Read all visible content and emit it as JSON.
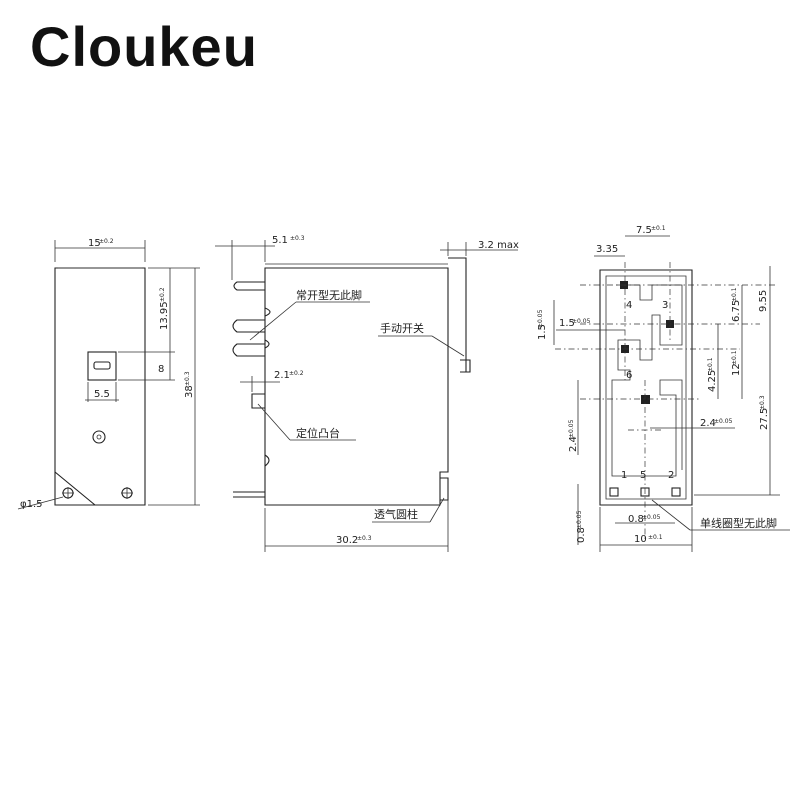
{
  "brand": "Cloukeu",
  "front_view": {
    "width": "15",
    "width_tol": "±0.2",
    "upper": "13.95",
    "upper_tol": "±0.2",
    "window_h": "8",
    "window_w": "5.5",
    "height": "38",
    "height_tol": "±0.3",
    "hole": "φ1.5"
  },
  "side_view": {
    "top_dim": "5.1",
    "top_tol": "±0.3",
    "lever_max": "3.2 max",
    "label_no_contact": "常开型无此脚",
    "label_manual_switch": "手动开关",
    "pin_dim": "2.1",
    "pin_tol": "±0.2",
    "label_locating_boss": "定位凸台",
    "label_vent_column": "透气圆柱",
    "length": "30.2",
    "length_tol": "±0.3"
  },
  "bottom_view": {
    "pitch_top": "7.5",
    "pitch_top_tol": "±0.1",
    "offset": "3.35",
    "pin_size": "1.5",
    "pin_size_tol": "±0.05",
    "pin_size2": "1.5",
    "pin_size2_tol": "±0.05",
    "d_675": "6.75",
    "d_675_tol": "±0.1",
    "d_955": "9.55",
    "d_425": "4.25",
    "d_425_tol": "±0.1",
    "d_12": "12",
    "d_12_tol": "±0.1",
    "d_275": "27.5",
    "d_275_tol": "±0.3",
    "d_24a": "2.4",
    "d_24a_tol": "±0.05",
    "d_24b": "2.4",
    "d_24b_tol": "±0.05",
    "d_08a": "0.8",
    "d_08a_tol": "±0.05",
    "d_08b": "0.8",
    "d_08b_tol": "±0.05",
    "d_10": "10",
    "d_10_tol": "±0.1",
    "label_single_coil": "单线圈型无此脚",
    "pins": [
      "4",
      "3",
      "6",
      "1",
      "5",
      "2"
    ]
  }
}
